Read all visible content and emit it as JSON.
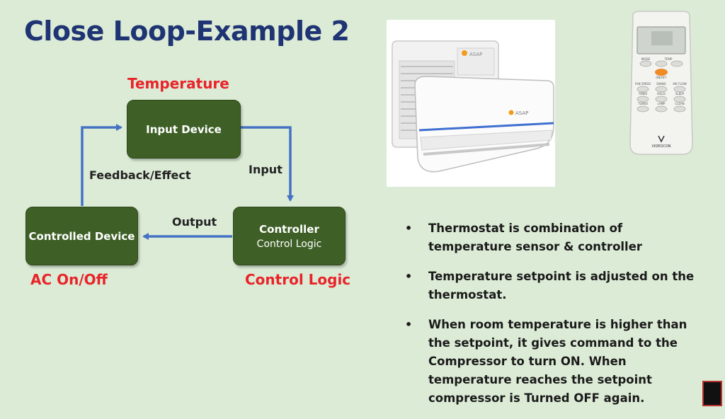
{
  "title": "Close Loop-Example 2",
  "diagram": {
    "labels": {
      "temperature": "Temperature",
      "ac_on_off": "AC On/Off",
      "control_logic": "Control Logic"
    },
    "nodes": {
      "input_device": "Input Device",
      "controlled_device": "Controlled Device",
      "controller": "Controller",
      "controller_sub": "Control Logic"
    },
    "edges": {
      "input": "Input",
      "output": "Output",
      "feedback": "Feedback/Effect"
    },
    "colors": {
      "node_fill": "#3e6026",
      "arrow": "#4472c4",
      "label_red": "#e8242a",
      "title": "#1f3473"
    }
  },
  "images": {
    "ac_unit_brand": "ASAP",
    "remote_brand": "VIDEOCON",
    "remote_buttons": [
      "MODE",
      "TEMP",
      "ON/OFF",
      "FAN SPEED",
      "SWING",
      "AIR FLOW",
      "TIMER",
      "HOLD",
      "SLEEP",
      "TURBO",
      "LAMP",
      "CLEAN"
    ]
  },
  "bullets": [
    "Thermostat is combination of temperature sensor & controller",
    "Temperature setpoint is adjusted on the thermostat.",
    "When room temperature is higher than the setpoint, it gives command to the Compressor to turn ON. When temperature reaches the setpoint compressor is Turned OFF again."
  ]
}
